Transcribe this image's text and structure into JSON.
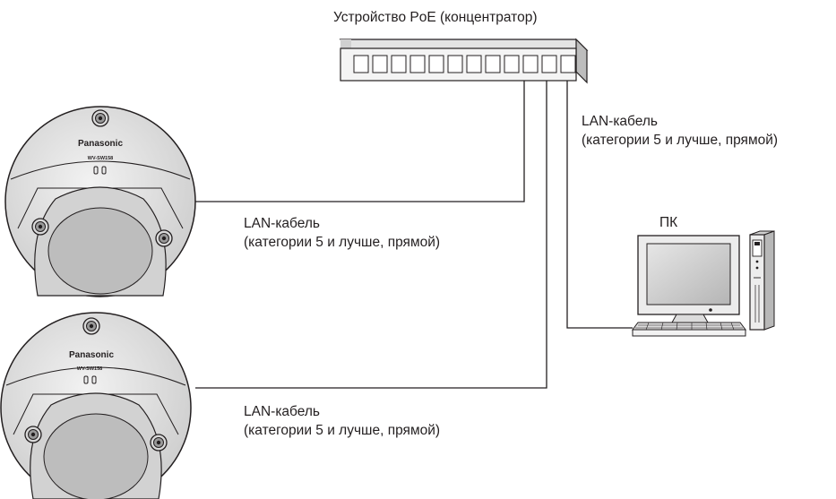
{
  "hub": {
    "title": "Устройство PoE (концентратор)"
  },
  "pc": {
    "label": "ПК"
  },
  "cables": {
    "pc_cable": {
      "line1": "LAN-кабель",
      "line2": "(категории 5 и лучше, прямой)"
    },
    "cam1_cable": {
      "line1": "LAN-кабель",
      "line2": "(категории 5 и лучше, прямой)"
    },
    "cam2_cable": {
      "line1": "LAN-кабель",
      "line2": "(категории 5 и лучше, прямой)"
    }
  },
  "cameras": [
    {
      "brand": "Panasonic",
      "model": "WV-SW158"
    },
    {
      "brand": "Panasonic",
      "model": "WV-SW158"
    }
  ]
}
